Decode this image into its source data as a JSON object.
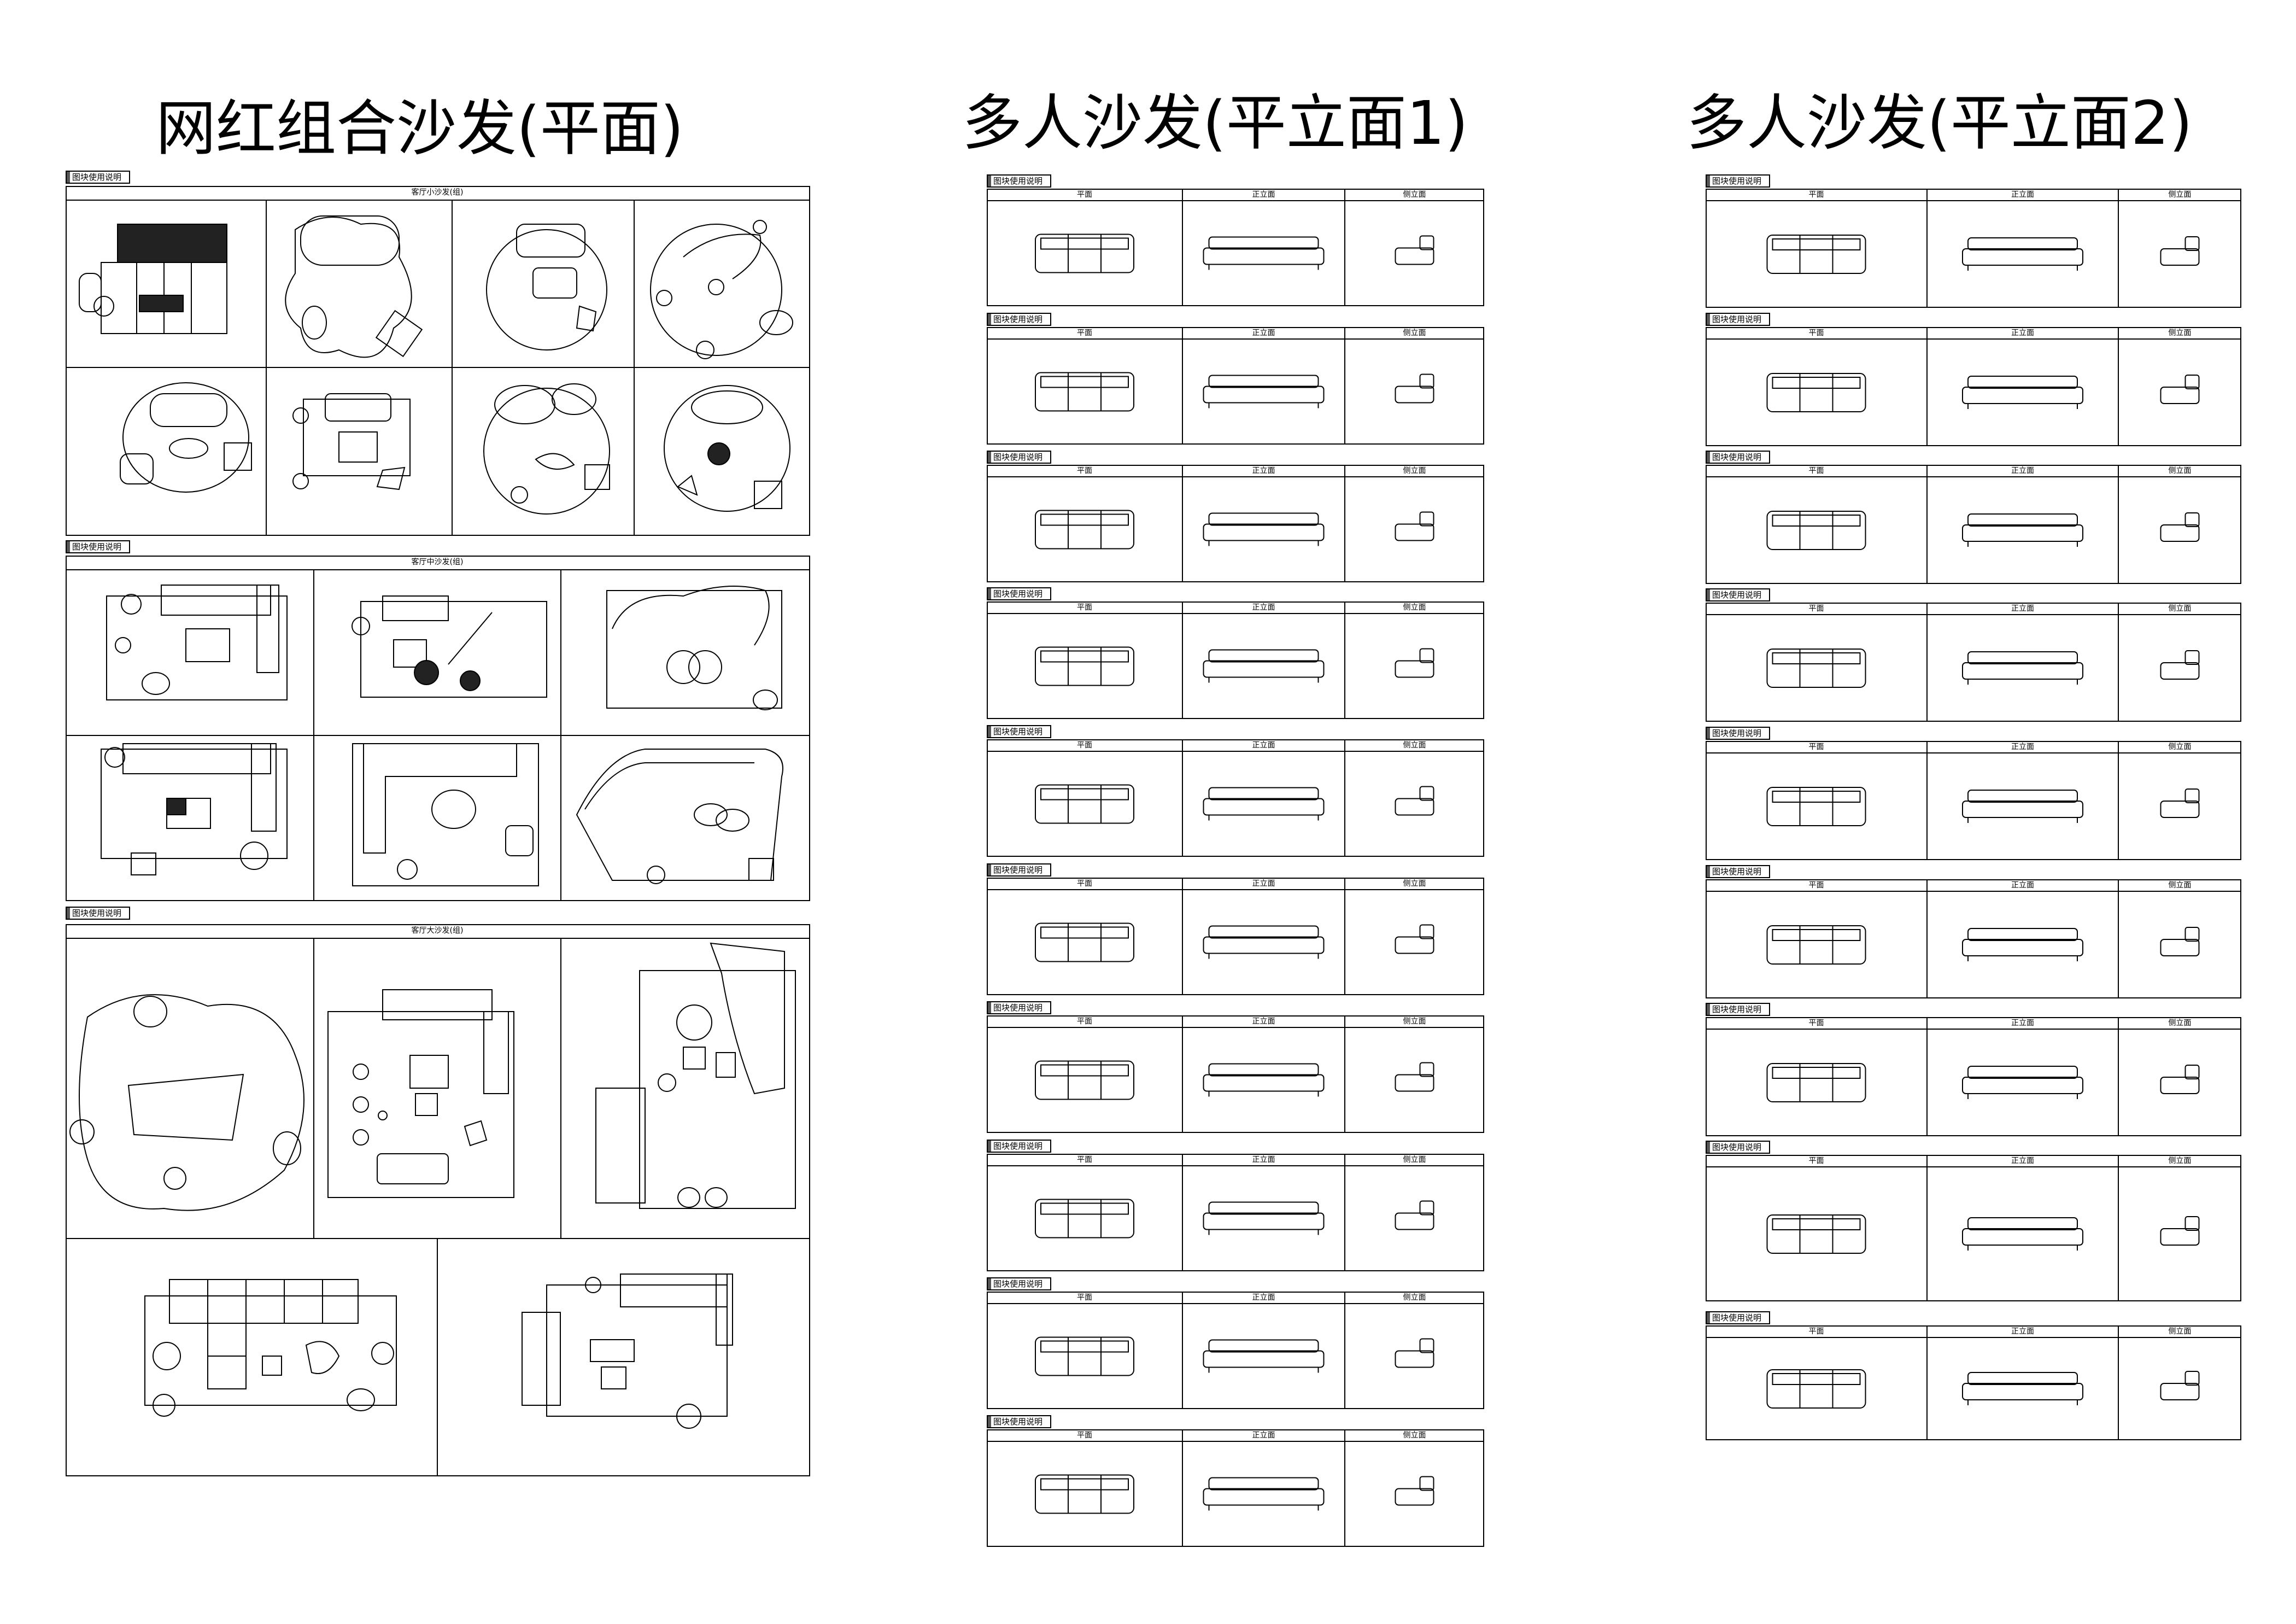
{
  "titles": {
    "left": "网红组合沙发(平面)",
    "middle": "多人沙发(平立面1)",
    "right": "多人沙发(平立面2)"
  },
  "block_tag": "图块使用说明",
  "left_sections": [
    {
      "title": "客厅小沙发(组)"
    },
    {
      "title": "客厅中沙发(组)"
    },
    {
      "title": "客厅大沙发(组)"
    }
  ],
  "view_headers": [
    "平面",
    "正立面",
    "侧立面"
  ],
  "icons": [
    "sofa-plan-icon",
    "sofa-elevation-icon",
    "armchair-icon",
    "coffee-table-icon",
    "rug-icon",
    "plant-icon",
    "floor-lamp-icon"
  ]
}
